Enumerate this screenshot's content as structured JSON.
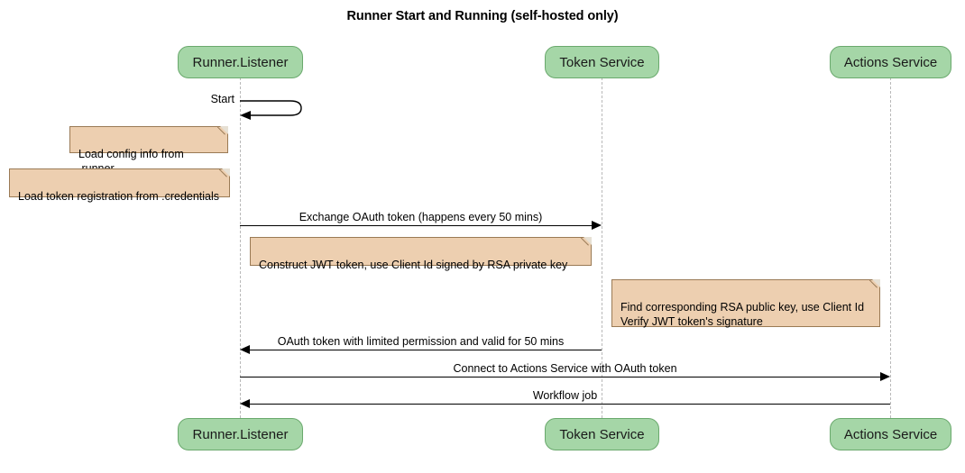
{
  "diagram": {
    "title": "Runner Start and Running (self-hosted only)",
    "type": "sequence-diagram",
    "colors": {
      "participant_fill": "#a5d6a7",
      "participant_border": "#6aa96d",
      "note_fill": "#edcfb0",
      "note_border": "#9a7a55",
      "lifeline": "#b9b9b9",
      "line": "#000000",
      "background": "#ffffff"
    }
  },
  "participants": [
    {
      "id": "runner",
      "label": "Runner.Listener"
    },
    {
      "id": "token",
      "label": "Token Service"
    },
    {
      "id": "actions",
      "label": "Actions Service"
    }
  ],
  "participants_bottom": [
    {
      "id": "runner",
      "label": "Runner.Listener"
    },
    {
      "id": "token",
      "label": "Token Service"
    },
    {
      "id": "actions",
      "label": "Actions Service"
    }
  ],
  "messages": [
    {
      "id": "m1",
      "label": "Start",
      "from": "runner",
      "to": "runner",
      "kind": "self",
      "arrow": "solid-filled"
    },
    {
      "id": "m2",
      "label": "Exchange OAuth token (happens every 50 mins)",
      "from": "runner",
      "to": "token",
      "kind": "sync",
      "direction": "right",
      "arrow": "solid-filled"
    },
    {
      "id": "m3",
      "label": "OAuth token with limited permission and valid for 50 mins",
      "from": "token",
      "to": "runner",
      "kind": "sync",
      "direction": "left",
      "arrow": "solid-filled"
    },
    {
      "id": "m4",
      "label": "Connect to Actions Service with OAuth token",
      "from": "runner",
      "to": "actions",
      "kind": "sync",
      "direction": "right",
      "arrow": "solid-filled"
    },
    {
      "id": "m5",
      "label": "Workflow job",
      "from": "actions",
      "to": "runner",
      "kind": "sync",
      "direction": "left",
      "arrow": "solid-filled"
    }
  ],
  "notes": [
    {
      "id": "n1",
      "text": "Load config info from .runner",
      "attached_to": "runner"
    },
    {
      "id": "n2",
      "text": "Load token registration from .credentials",
      "attached_to": "runner"
    },
    {
      "id": "n3",
      "text": "Construct JWT token, use Client Id signed by RSA private key",
      "attached_to": "runner"
    },
    {
      "id": "n4",
      "text": "Find corresponding RSA public key, use Client Id\nVerify JWT token's signature",
      "attached_to": "token"
    }
  ]
}
